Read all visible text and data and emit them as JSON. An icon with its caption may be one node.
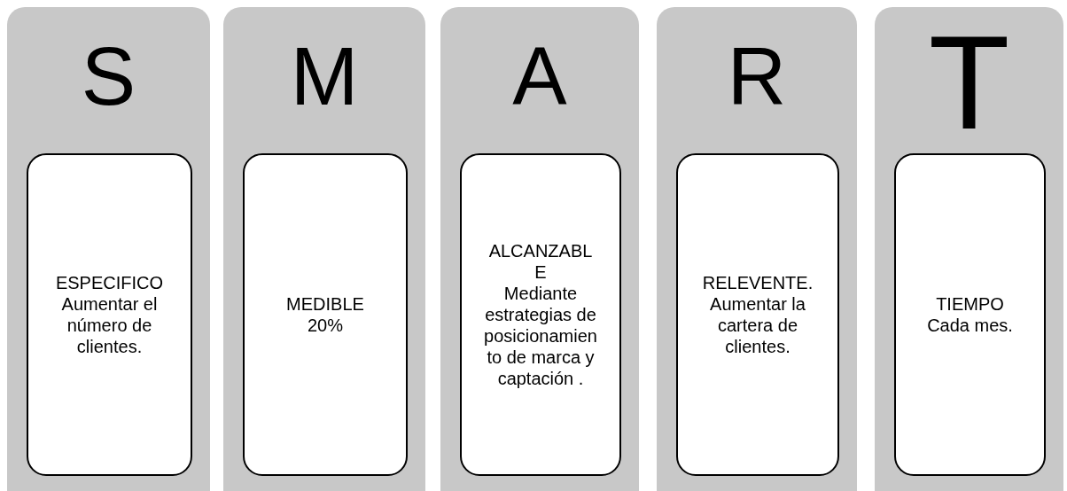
{
  "diagram": {
    "nodes": [
      {
        "text": [
          "S"
        ]
      },
      {
        "text": [
          "ESPECIFICO",
          "Aumentar el número de clientes."
        ],
        "in": 0
      },
      {
        "text": [
          "M"
        ]
      },
      {
        "text": [
          "MEDIBLE",
          "20%"
        ],
        "in": 2
      },
      {
        "text": [
          "A"
        ]
      },
      {
        "text": [
          "ALCANZABLE",
          "Mediante estrategias de posicionamiento de marca y captación ."
        ],
        "in": 4
      },
      {
        "text": [
          "R"
        ]
      },
      {
        "text": [
          "RELEVENTE.",
          "Aumentar la cartera de clientes."
        ],
        "in": 6
      },
      {
        "text": [
          "T"
        ]
      },
      {
        "text": [
          "TIEMPO",
          "Cada mes."
        ],
        "in": 8
      }
    ],
    "edges": []
  }
}
